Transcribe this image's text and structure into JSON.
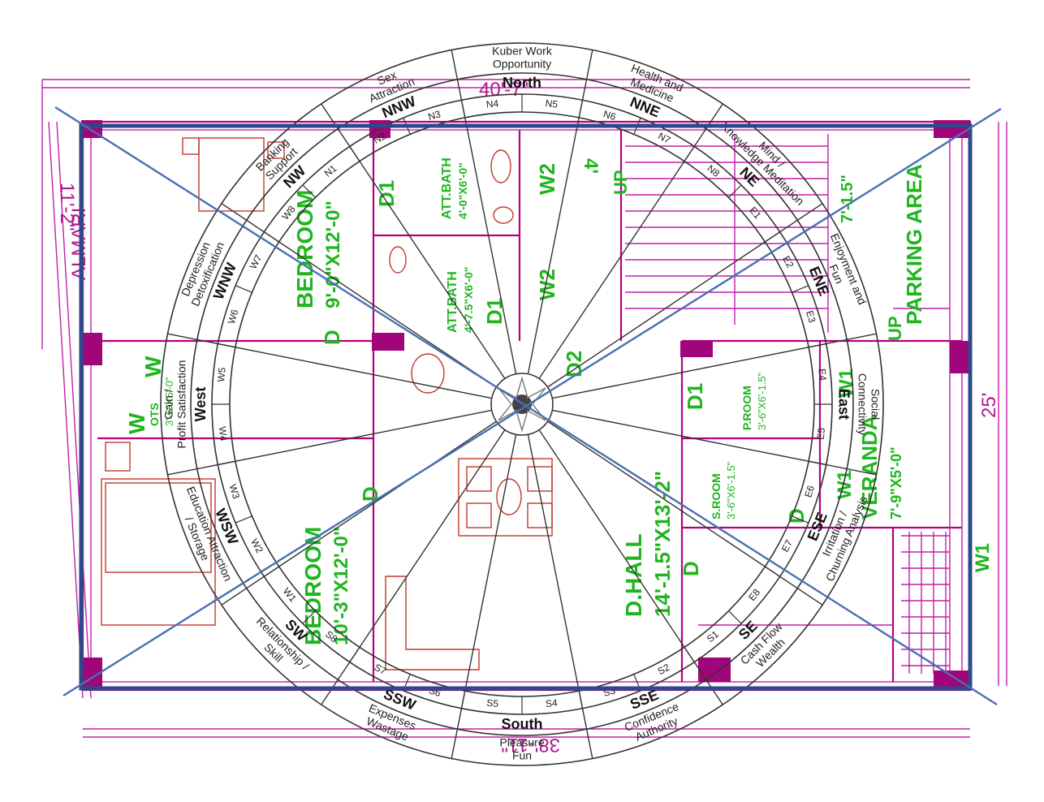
{
  "dimensions": {
    "top_width": "40'-7\"",
    "bottom_width": "38'-11\"",
    "right_height": "25'",
    "left_height": "11'-2\""
  },
  "rooms": {
    "bedroom_top": "BEDROOM",
    "bedroom_top_size": "9'-0\"X12'-0\"",
    "bedroom_bottom": "BEDROOM",
    "bedroom_bottom_size": "10'-3\"X12'-0\"",
    "att_bath_top": "ATT.BATH",
    "att_bath_top_size": "4'-0\"X6'-0\"",
    "att_bath_mid": "ATT.BATH",
    "att_bath_mid_size": "4'-7.5\"X6'-0\"",
    "d_hall": "D.HALL",
    "d_hall_size": "14'-1.5\"X13'-2\"",
    "p_room": "P.ROOM",
    "p_room_size": "3'-6\"X6'-1.5\"",
    "s_room": "S.ROOM",
    "s_room_size": "3'-6\"X6'-1.5\"",
    "parking": "PARKING AREA",
    "veranda": "VERANDA",
    "veranda_size": "7'-9\"X5'-0\"",
    "ots": "OTS",
    "ots_size": "3'-6\"X5'-0\"",
    "almari": "ALMARI",
    "up_stair": "UP",
    "up_parking": "UP",
    "stair_width": "4'",
    "stair_dim": "7'-1.5\""
  },
  "door_window_labels": {
    "d1_top": "D1",
    "w2_top": "W2",
    "w2_mid": "W2",
    "d1_mid": "D1",
    "d2": "D2",
    "d1_right": "D1",
    "d_top": "D",
    "d_mid": "D",
    "d_hall_door": "D",
    "d_right": "D",
    "w_left": "W",
    "w_left2": "W",
    "w1_right": "W1",
    "w1_far": "W1",
    "w1_veranda": "W1"
  },
  "directions": [
    {
      "name": "North",
      "attribute": "Kuber Work Opportunity"
    },
    {
      "name": "NNE",
      "attribute": "Health and Medicine"
    },
    {
      "name": "NE",
      "attribute": "Mind / Knowledge Meditation"
    },
    {
      "name": "ENE",
      "attribute": "Enjoyment and Fun"
    },
    {
      "name": "East",
      "attribute": "Social Connectivity"
    },
    {
      "name": "ESE",
      "attribute": "Irritation / Churning Analysis"
    },
    {
      "name": "SE",
      "attribute": "Cash Flow Wealth"
    },
    {
      "name": "SSE",
      "attribute": "Confidence Authority"
    },
    {
      "name": "South",
      "attribute": "Pleasure Fun"
    },
    {
      "name": "SSW",
      "attribute": "Expenses Wastage"
    },
    {
      "name": "SW",
      "attribute": "Relationship / Skill"
    },
    {
      "name": "WSW",
      "attribute": "Education Attraction / Storage"
    },
    {
      "name": "West",
      "attribute": "Gain / Profit Satisfaction"
    },
    {
      "name": "WNW",
      "attribute": "Depression Detoxification"
    },
    {
      "name": "NW",
      "attribute": "Banking Support"
    },
    {
      "name": "NNW",
      "attribute": "Sex Attraction"
    }
  ],
  "segments": {
    "north": [
      "N1",
      "N2",
      "N3",
      "N4",
      "N5",
      "N6",
      "N7",
      "N8"
    ],
    "east": [
      "E1",
      "E2",
      "E3",
      "E4",
      "E5",
      "E6",
      "E7",
      "E8"
    ],
    "south": [
      "S1",
      "S2",
      "S3",
      "S4",
      "S5",
      "S6",
      "S7",
      "S8"
    ],
    "west": [
      "W1",
      "W2",
      "W3",
      "W4",
      "W5",
      "W6",
      "W7",
      "W8"
    ]
  },
  "colors": {
    "plan_magenta": "#c21faa",
    "room_text_green": "#1fb51f",
    "overlay_blue": "#4a6fb5",
    "boundary_navy": "#2c4a8a",
    "furniture_brown": "#c0392b",
    "ring_dark": "#333333"
  }
}
